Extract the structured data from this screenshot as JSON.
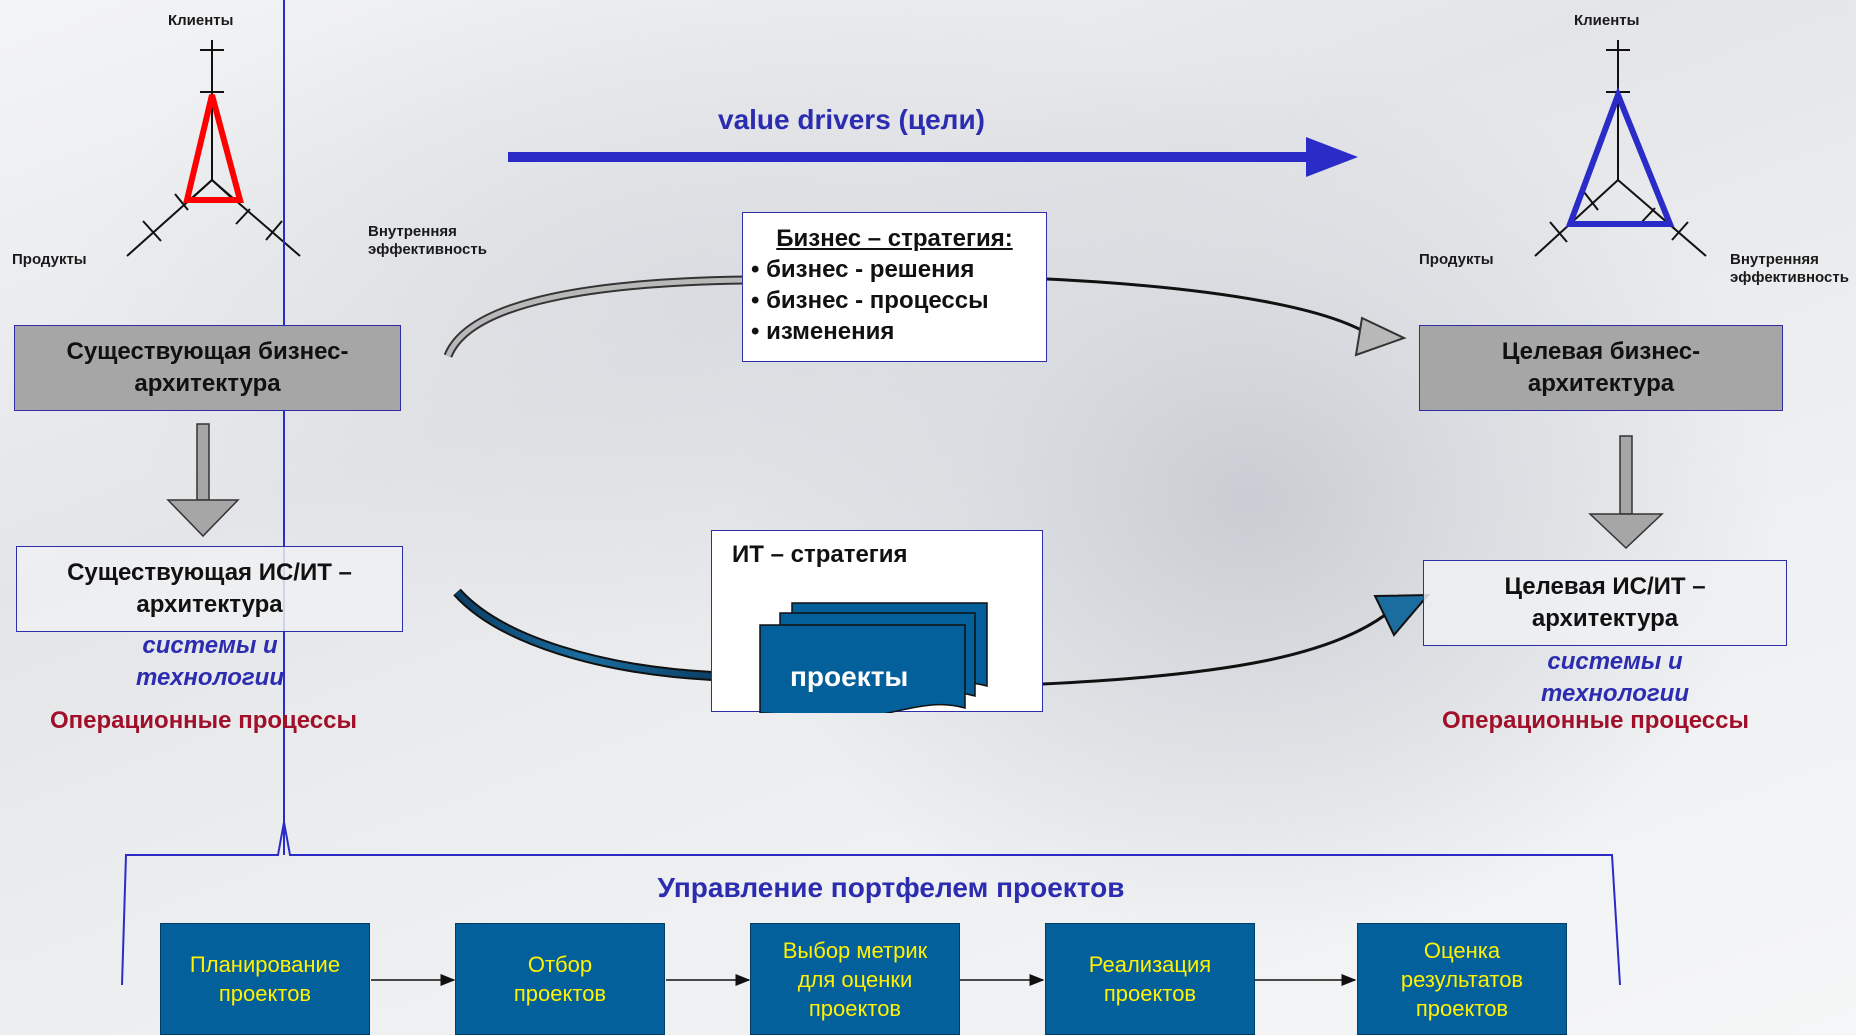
{
  "left_triangle": {
    "top_label": "Клиенты",
    "left_label": "Продукты",
    "right_label": "Внутренняя эффективность",
    "color": "#ff0000"
  },
  "right_triangle": {
    "top_label": "Клиенты",
    "left_label": "Продукты",
    "right_label": "Внутренняя эффективность",
    "color": "#2b2bc8"
  },
  "value_drivers": {
    "label": "value drivers (цели)",
    "color": "#2c2cb0"
  },
  "business_strategy": {
    "title": "Бизнес – стратегия:",
    "items": [
      "• бизнес - решения",
      "• бизнес - процессы",
      "• изменения"
    ]
  },
  "it_strategy": {
    "title": "ИТ – стратегия",
    "projects_label": "проекты"
  },
  "left_column": {
    "business_arch": "Существующая бизнес-архитектура",
    "is_it_arch": "Существующая ИС/ИТ – архитектура",
    "systems": "системы и технологии",
    "operations": "Операционные процессы"
  },
  "right_column": {
    "business_arch": "Целевая бизнес-архитектура",
    "is_it_arch": "Целевая ИС/ИТ – архитектура",
    "systems": "системы и технологии",
    "operations": "Операционные процессы"
  },
  "portfolio": {
    "title": "Управление портфелем проектов",
    "steps": [
      "Планирование проектов",
      "Отбор проектов",
      "Выбор метрик для оценки проектов",
      "Реализация проектов",
      "Оценка результатов проектов"
    ]
  }
}
